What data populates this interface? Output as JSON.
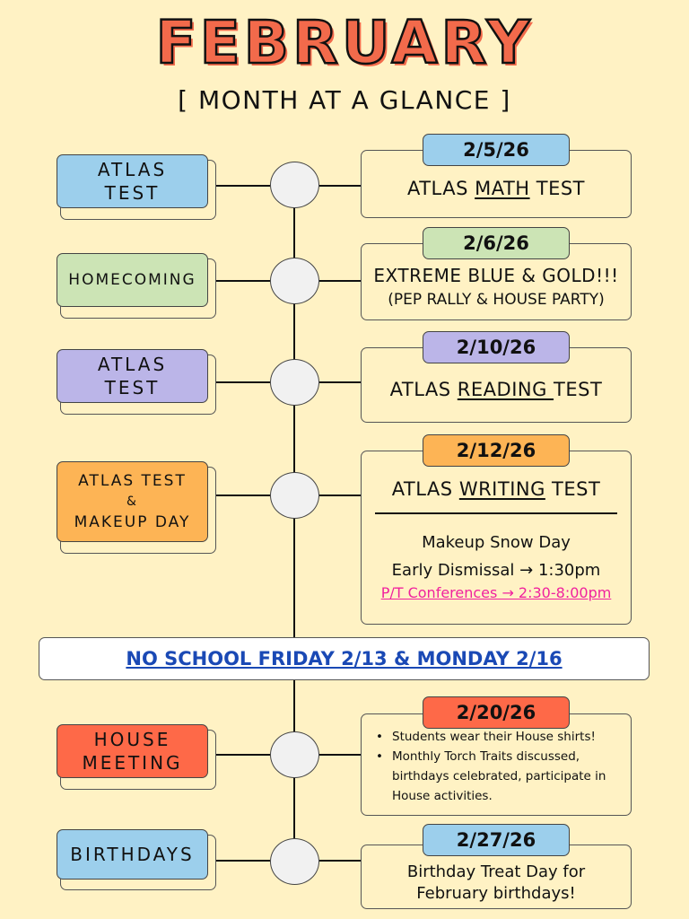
{
  "header": {
    "title": "FEBRUARY",
    "subtitle": "[ MONTH AT A GLANCE ]"
  },
  "colors": {
    "background": "#FFF2C4",
    "title_fill": "#F26A4B",
    "blue": "#9CCFEC",
    "green": "#CCE4B5",
    "purple": "#BBB5E8",
    "orange": "#FDB455",
    "red": "#FE6948",
    "node": "#F1F1F1",
    "banner_text": "#1A49B5",
    "conference_pink": "#F0219E"
  },
  "events": [
    {
      "label": "ATLAS\nTEST",
      "label_lines": [
        "ATLAS",
        "TEST"
      ],
      "date": "2/5/26",
      "main_prefix": "ATLAS ",
      "main_underlined": "MATH",
      "main_suffix": " TEST"
    },
    {
      "label_lines": [
        "HOMECOMING"
      ],
      "date": "2/6/26",
      "line1": "EXTREME BLUE & GOLD!!!",
      "line2": "(PEP RALLY & HOUSE PARTY)"
    },
    {
      "label_lines": [
        "ATLAS",
        "TEST"
      ],
      "date": "2/10/26",
      "main_prefix": "ATLAS ",
      "main_underlined": "READING ",
      "main_suffix": "TEST"
    },
    {
      "label_lines": [
        "ATLAS TEST",
        "&",
        "MAKEUP DAY"
      ],
      "date": "2/12/26",
      "main_prefix": "ATLAS ",
      "main_underlined": "WRITING",
      "main_suffix": " TEST",
      "details": [
        "Makeup Snow Day",
        "Early Dismissal → 1:30pm"
      ],
      "conference": "P/T Conferences → 2:30-8:00pm"
    },
    {
      "label_lines": [
        "HOUSE",
        "MEETING"
      ],
      "date": "2/20/26",
      "bullets": [
        "Students wear their House shirts!",
        "Monthly Torch Traits discussed, birthdays celebrated, participate in House activities."
      ]
    },
    {
      "label_lines": [
        "BIRTHDAYS"
      ],
      "date": "2/27/26",
      "line1": "Birthday Treat Day for",
      "line2": "February birthdays!"
    }
  ],
  "banner": {
    "text": "NO SCHOOL FRIDAY 2/13 & MONDAY 2/16"
  }
}
